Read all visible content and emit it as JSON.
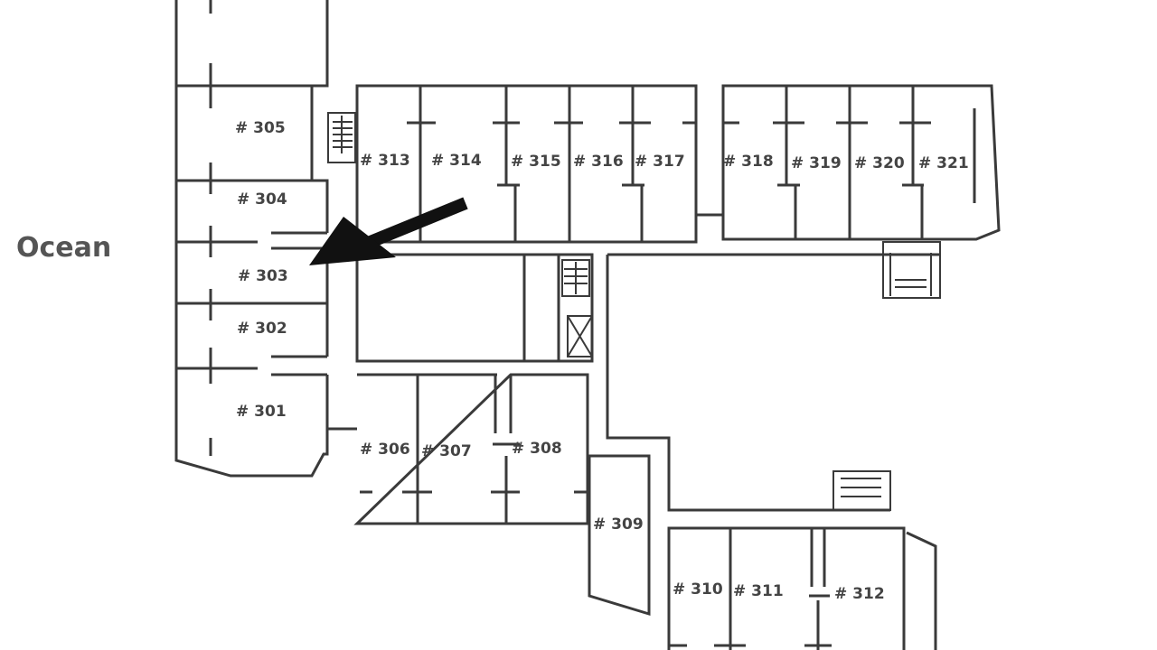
{
  "compass_label": "Ocean",
  "rooms": {
    "r305": "# 305",
    "r304": "# 304",
    "r303": "# 303",
    "r302": "# 302",
    "r301": "# 301",
    "r313": "# 313",
    "r314": "# 314",
    "r315": "# 315",
    "r316": "# 316",
    "r317": "# 317",
    "r318": "# 318",
    "r319": "# 319",
    "r320": "# 320",
    "r321": "# 321",
    "r306": "# 306",
    "r307": "# 307",
    "r308": "# 308",
    "r309": "# 309",
    "r310": "# 310",
    "r311": "# 311",
    "r312": "# 312"
  },
  "highlighted_room": "# 303"
}
